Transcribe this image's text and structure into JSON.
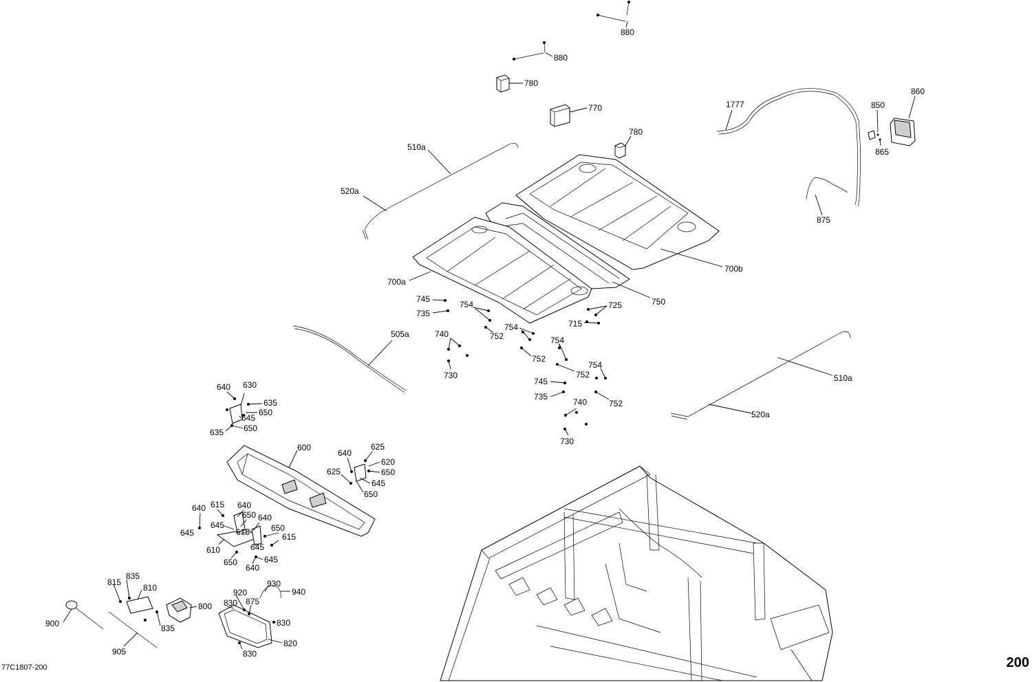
{
  "diagram": {
    "code": "77C1807-200",
    "page_number": "200",
    "callouts": [
      {
        "id": "880_top",
        "label": "880"
      },
      {
        "id": "880_mid",
        "label": "880"
      },
      {
        "id": "780_top",
        "label": "780"
      },
      {
        "id": "770",
        "label": "770"
      },
      {
        "id": "780_mid",
        "label": "780"
      },
      {
        "id": "1777",
        "label": "1777"
      },
      {
        "id": "850",
        "label": "850"
      },
      {
        "id": "860",
        "label": "860"
      },
      {
        "id": "865",
        "label": "865"
      },
      {
        "id": "875_top",
        "label": "875"
      },
      {
        "id": "510a_top",
        "label": "510a"
      },
      {
        "id": "520a_top",
        "label": "520a"
      },
      {
        "id": "700a",
        "label": "700a"
      },
      {
        "id": "700b",
        "label": "700b"
      },
      {
        "id": "750",
        "label": "750"
      },
      {
        "id": "745_a",
        "label": "745"
      },
      {
        "id": "735_a",
        "label": "735"
      },
      {
        "id": "754_a",
        "label": "754"
      },
      {
        "id": "752_a",
        "label": "752"
      },
      {
        "id": "725",
        "label": "725"
      },
      {
        "id": "715",
        "label": "715"
      },
      {
        "id": "754_b",
        "label": "754"
      },
      {
        "id": "752_b",
        "label": "752"
      },
      {
        "id": "754_c",
        "label": "754"
      },
      {
        "id": "752_c",
        "label": "752"
      },
      {
        "id": "754_d",
        "label": "754"
      },
      {
        "id": "752_d",
        "label": "752"
      },
      {
        "id": "740_a",
        "label": "740"
      },
      {
        "id": "730_a",
        "label": "730"
      },
      {
        "id": "745_b",
        "label": "745"
      },
      {
        "id": "735_b",
        "label": "735"
      },
      {
        "id": "740_b",
        "label": "740"
      },
      {
        "id": "730_b",
        "label": "730"
      },
      {
        "id": "505a",
        "label": "505a"
      },
      {
        "id": "510a_bot",
        "label": "510a"
      },
      {
        "id": "520a_bot",
        "label": "520a"
      },
      {
        "id": "640_a",
        "label": "640"
      },
      {
        "id": "630",
        "label": "630"
      },
      {
        "id": "635_a",
        "label": "635"
      },
      {
        "id": "650_a",
        "label": "650"
      },
      {
        "id": "645_a",
        "label": "645"
      },
      {
        "id": "635_b",
        "label": "635"
      },
      {
        "id": "650_b",
        "label": "650"
      },
      {
        "id": "600",
        "label": "600"
      },
      {
        "id": "640_b",
        "label": "640"
      },
      {
        "id": "625_a",
        "label": "625"
      },
      {
        "id": "620",
        "label": "620"
      },
      {
        "id": "625_b",
        "label": "625"
      },
      {
        "id": "650_c",
        "label": "650"
      },
      {
        "id": "645_b",
        "label": "645"
      },
      {
        "id": "650_d",
        "label": "650"
      },
      {
        "id": "640_c",
        "label": "640"
      },
      {
        "id": "615_a",
        "label": "615"
      },
      {
        "id": "640_d",
        "label": "640"
      },
      {
        "id": "650_e",
        "label": "650"
      },
      {
        "id": "640_e",
        "label": "640"
      },
      {
        "id": "645_c",
        "label": "645"
      },
      {
        "id": "645_d",
        "label": "645"
      },
      {
        "id": "615_b",
        "label": "615"
      },
      {
        "id": "650_f",
        "label": "650"
      },
      {
        "id": "615_c",
        "label": "615"
      },
      {
        "id": "645_e",
        "label": "645"
      },
      {
        "id": "610",
        "label": "610"
      },
      {
        "id": "650_g",
        "label": "650"
      },
      {
        "id": "645_f",
        "label": "645"
      },
      {
        "id": "640_f",
        "label": "640"
      },
      {
        "id": "815",
        "label": "815"
      },
      {
        "id": "835_a",
        "label": "835"
      },
      {
        "id": "810",
        "label": "810"
      },
      {
        "id": "800",
        "label": "800"
      },
      {
        "id": "835_b",
        "label": "835"
      },
      {
        "id": "900",
        "label": "900"
      },
      {
        "id": "905",
        "label": "905"
      },
      {
        "id": "920",
        "label": "920"
      },
      {
        "id": "930",
        "label": "930"
      },
      {
        "id": "940",
        "label": "940"
      },
      {
        "id": "830_a",
        "label": "830"
      },
      {
        "id": "875_b",
        "label": "875"
      },
      {
        "id": "830_b",
        "label": "830"
      },
      {
        "id": "820",
        "label": "820"
      },
      {
        "id": "830_c",
        "label": "830"
      }
    ]
  }
}
